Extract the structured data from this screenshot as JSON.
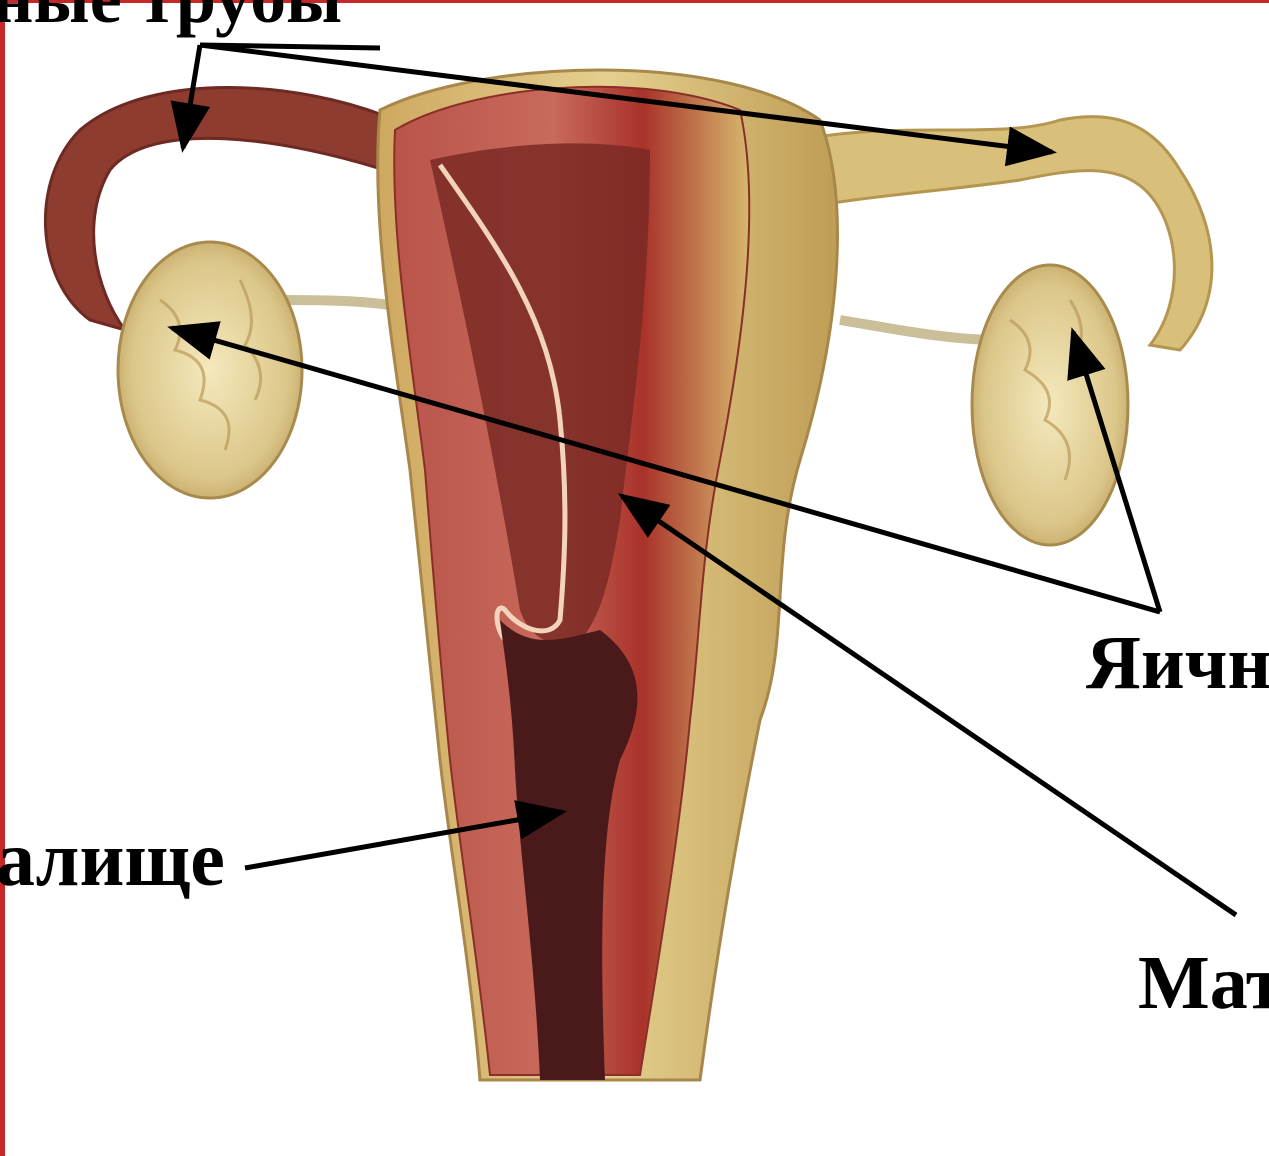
{
  "labels": {
    "tubes": "ные трубы",
    "ovaries": "Яичн",
    "uterus": "Мат",
    "vagina": "алище"
  },
  "colors": {
    "frame": "#c62828",
    "tube_left": "#8e3b30",
    "tube_right": "#d9c07a",
    "uterus_wall": "#c4574a",
    "cavity": "#7a2a24",
    "vagina_canal": "#4a1a1a",
    "ovary": "#e8d9a0",
    "outer_tan": "#d8c07a",
    "arrow": "#000000"
  }
}
